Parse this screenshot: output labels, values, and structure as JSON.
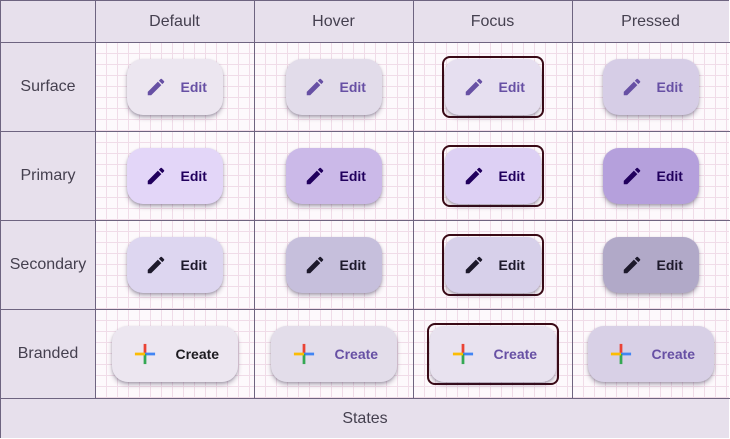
{
  "columns": [
    "Default",
    "Hover",
    "Focus",
    "Pressed"
  ],
  "rows": [
    {
      "label": "Surface",
      "button_label": "Edit",
      "icon": "pencil-icon",
      "styles": [
        {
          "bg": "#ece6f0",
          "fg": "#6750a4"
        },
        {
          "bg": "#e2dcea",
          "fg": "#6750a4"
        },
        {
          "bg": "#e6dff0",
          "fg": "#6750a4"
        },
        {
          "bg": "#d6cde6",
          "fg": "#6750a4"
        }
      ]
    },
    {
      "label": "Primary",
      "button_label": "Edit",
      "icon": "pencil-icon",
      "styles": [
        {
          "bg": "#e3d6f8",
          "fg": "#21005d"
        },
        {
          "bg": "#cbb9e8",
          "fg": "#21005d"
        },
        {
          "bg": "#ddd0f4",
          "fg": "#21005d"
        },
        {
          "bg": "#b5a0dc",
          "fg": "#21005d"
        }
      ]
    },
    {
      "label": "Secondary",
      "button_label": "Edit",
      "icon": "pencil-icon",
      "styles": [
        {
          "bg": "#ddd6f0",
          "fg": "#1d192b"
        },
        {
          "bg": "#c6bfdc",
          "fg": "#1d192b"
        },
        {
          "bg": "#d7d0ea",
          "fg": "#1d192b"
        },
        {
          "bg": "#b1a9c8",
          "fg": "#1d192b"
        }
      ]
    },
    {
      "label": "Branded",
      "button_label": "Create",
      "icon": "google-plus-icon",
      "styles": [
        {
          "bg": "#ece6f0",
          "fg": "#1d1b20"
        },
        {
          "bg": "#e3ddea",
          "fg": "#6750a4"
        },
        {
          "bg": "#e8e2ef",
          "fg": "#6750a4"
        },
        {
          "bg": "#d8d0e6",
          "fg": "#6750a4"
        }
      ]
    }
  ],
  "footer": "States",
  "colors": {
    "focus_ring": "#3a0a16",
    "grid_line": "#6e6480",
    "header_bg": "#e7e0ec",
    "plus_blue": "#4285f4",
    "plus_red": "#ea4335",
    "plus_yellow": "#fbbc04",
    "plus_green": "#34a853"
  }
}
